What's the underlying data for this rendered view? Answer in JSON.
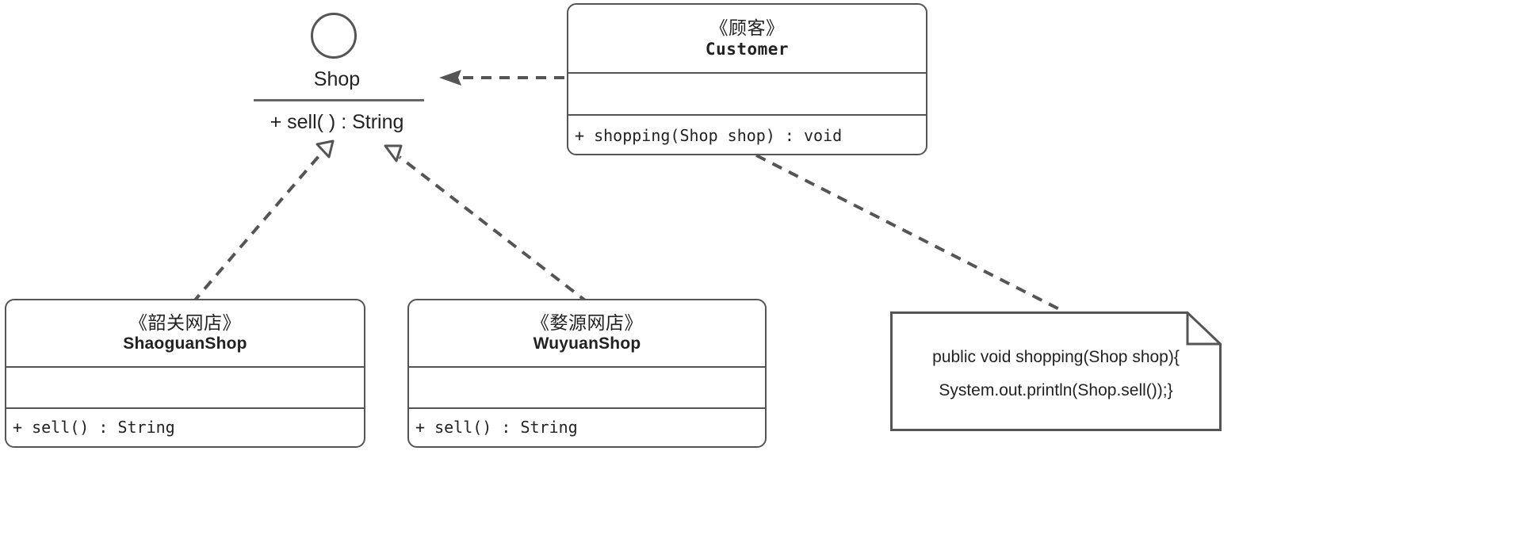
{
  "diagram": {
    "type": "uml-class-diagram",
    "stroke_color": "#555555",
    "text_color": "#222222",
    "background": "#ffffff"
  },
  "interface_shop": {
    "icon": "interface-circle",
    "name": "Shop",
    "operations": [
      "+ sell( ) : String"
    ]
  },
  "classes": [
    {
      "id": "customer",
      "stereotype": "《顾客》",
      "name": "Customer",
      "attributes": [],
      "operations": [
        "+ shopping(Shop shop) : void"
      ]
    },
    {
      "id": "shaoguanshop",
      "stereotype": "《韶关网店》",
      "name": "ShaoguanShop",
      "attributes": [],
      "operations": [
        "+ sell() : String"
      ]
    },
    {
      "id": "wuyuanshop",
      "stereotype": "《婺源网店》",
      "name": "WuyuanShop",
      "attributes": [],
      "operations": [
        "+ sell() : String"
      ]
    }
  ],
  "note": {
    "lines": [
      "public void shopping(Shop shop){",
      "System.out.println(Shop.sell());}"
    ]
  },
  "relationships": [
    {
      "id": "customer-to-shop",
      "kind": "dependency",
      "from": "Customer",
      "to": "Shop",
      "line": "dashed",
      "arrow": "open"
    },
    {
      "id": "shaoguanshop-to-shop",
      "kind": "realization",
      "from": "ShaoguanShop",
      "to": "Shop",
      "line": "dashed",
      "arrow": "hollow-triangle"
    },
    {
      "id": "wuyuanshop-to-shop",
      "kind": "realization",
      "from": "WuyuanShop",
      "to": "Shop",
      "line": "dashed",
      "arrow": "hollow-triangle"
    },
    {
      "id": "note-to-customer",
      "kind": "note-anchor",
      "from": "note",
      "to": "Customer",
      "line": "dashed",
      "arrow": "none"
    }
  ]
}
